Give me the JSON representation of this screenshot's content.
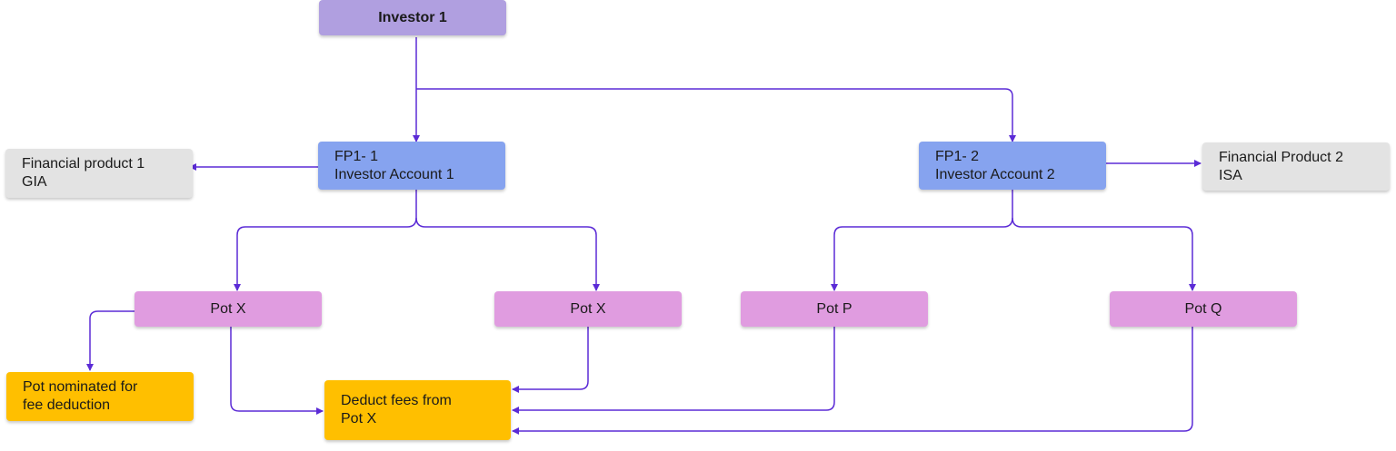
{
  "colors": {
    "connector": "#5b2bd6",
    "investor_fill": "#b09fe0",
    "account_fill": "#86a3ef",
    "product_fill": "#e3e3e3",
    "pot_fill": "#e09ce0",
    "fee_fill": "#ffbf00"
  },
  "nodes": {
    "investor": {
      "label": "Investor 1"
    },
    "account1": {
      "line1": "FP1- 1",
      "line2": "Investor Account 1"
    },
    "account2": {
      "line1": "FP1- 2",
      "line2": "Investor Account 2"
    },
    "product1": {
      "line1": "Financial product 1",
      "line2": "GIA"
    },
    "product2": {
      "line1": "Financial Product 2",
      "line2": "ISA"
    },
    "pot_x_left": {
      "label": "Pot X"
    },
    "pot_x_right": {
      "label": "Pot X"
    },
    "pot_p": {
      "label": "Pot P"
    },
    "pot_q": {
      "label": "Pot Q"
    },
    "nominated": {
      "line1": "Pot nominated for",
      "line2": "fee deduction"
    },
    "deduct": {
      "line1": "Deduct fees from",
      "line2": "Pot X"
    }
  },
  "edges": [
    {
      "from": "Investor 1",
      "to": "FP1- 1 Investor Account 1"
    },
    {
      "from": "Investor 1",
      "to": "FP1- 2 Investor Account 2"
    },
    {
      "from": "FP1- 1 Investor Account 1",
      "to": "Financial product 1 GIA"
    },
    {
      "from": "FP1- 2 Investor Account 2",
      "to": "Financial Product 2 ISA"
    },
    {
      "from": "FP1- 1 Investor Account 1",
      "to": "Pot X"
    },
    {
      "from": "FP1- 1 Investor Account 1",
      "to": "Pot X"
    },
    {
      "from": "FP1- 2 Investor Account 2",
      "to": "Pot P"
    },
    {
      "from": "FP1- 2 Investor Account 2",
      "to": "Pot Q"
    },
    {
      "from": "Pot X",
      "to": "Pot nominated for fee deduction"
    },
    {
      "from": "Pot X",
      "to": "Deduct fees from Pot X"
    },
    {
      "from": "Pot X",
      "to": "Deduct fees from Pot X"
    },
    {
      "from": "Pot P",
      "to": "Deduct fees from Pot X"
    },
    {
      "from": "Pot Q",
      "to": "Deduct fees from Pot X"
    }
  ]
}
